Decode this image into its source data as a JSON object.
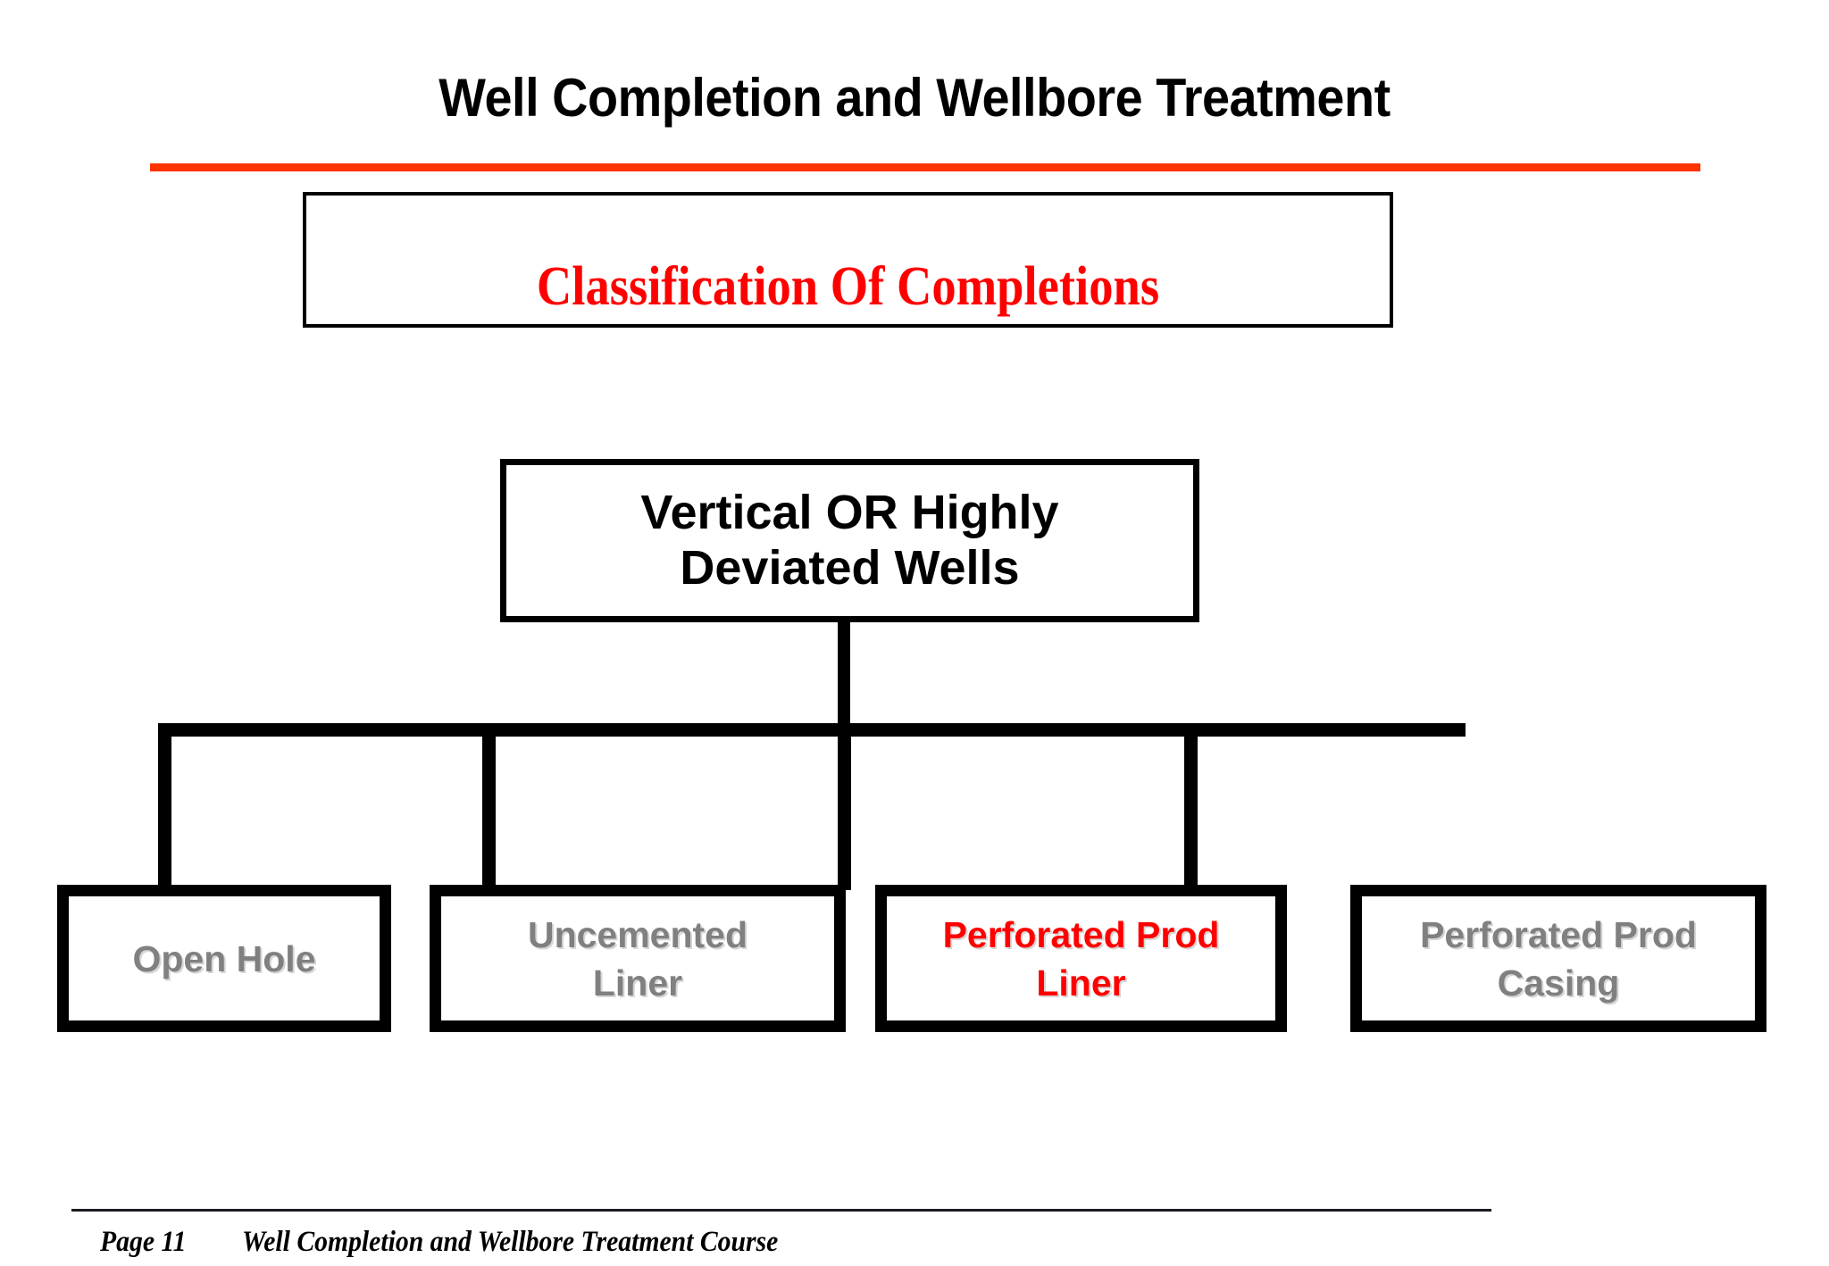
{
  "slide": {
    "title": "Well Completion and Wellbore Treatment",
    "accent_rule_color": "#FF3300"
  },
  "banner": {
    "text": "Classification Of Completions",
    "text_color": "#FF0000"
  },
  "diagram": {
    "root": {
      "label": "Vertical OR Highly\nDeviated Wells",
      "text_color": "#000000"
    },
    "children": [
      {
        "label": "Open Hole",
        "text_color": "#808080"
      },
      {
        "label": "Uncemented\nLiner",
        "text_color": "#808080"
      },
      {
        "label": "Perforated Prod\nLiner",
        "text_color": "#FF0000"
      },
      {
        "label": "Perforated Prod\nCasing",
        "text_color": "#808080"
      }
    ]
  },
  "footer": {
    "page_label": "Page 11",
    "course_label": "Well Completion and Wellbore Treatment Course"
  }
}
